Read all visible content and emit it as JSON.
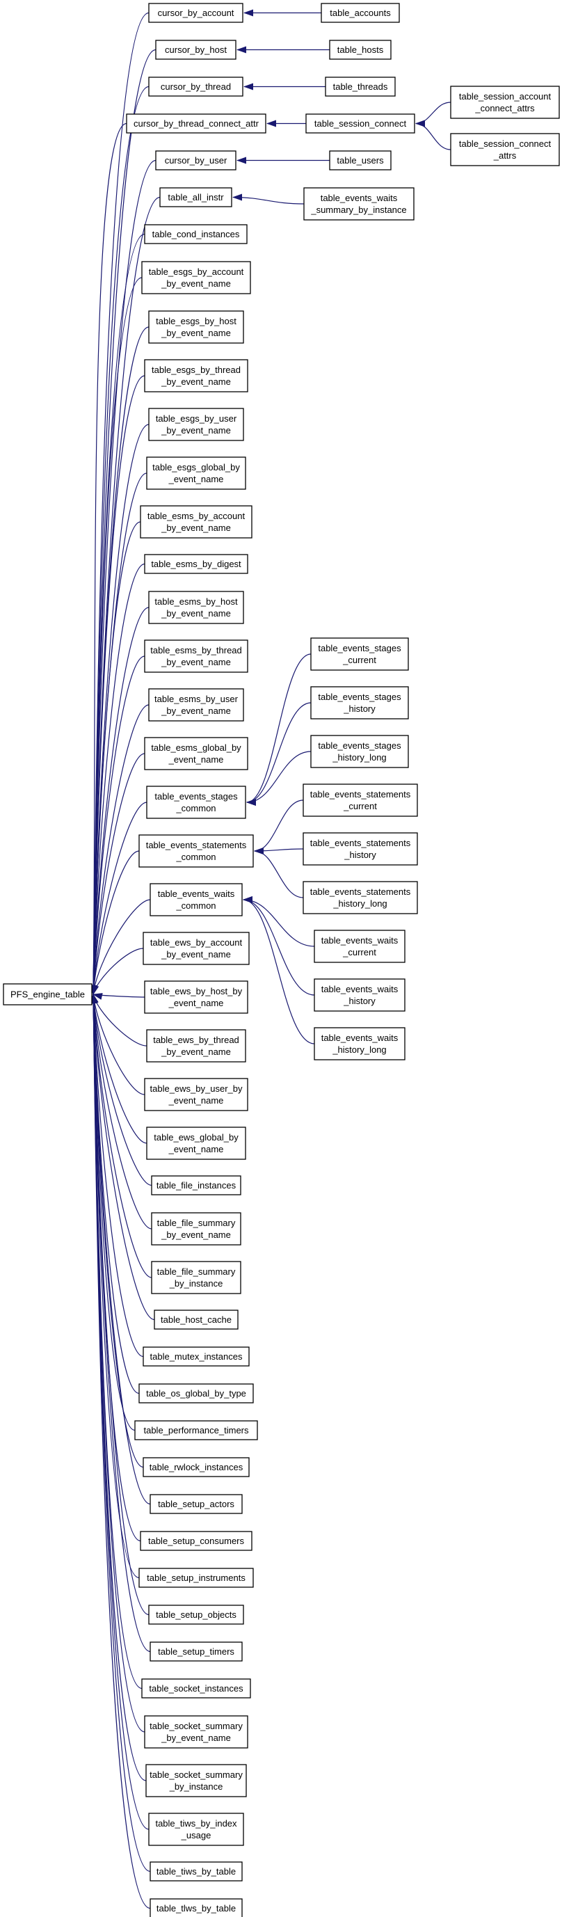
{
  "diagram": {
    "nodes": [
      {
        "id": "PFS_engine_table",
        "lines": [
          "PFS_engine_table"
        ]
      },
      {
        "id": "cursor_by_account",
        "lines": [
          "cursor_by_account"
        ]
      },
      {
        "id": "cursor_by_host",
        "lines": [
          "cursor_by_host"
        ]
      },
      {
        "id": "cursor_by_thread",
        "lines": [
          "cursor_by_thread"
        ]
      },
      {
        "id": "cursor_by_thread_connect_attr",
        "lines": [
          "cursor_by_thread_connect_attr"
        ]
      },
      {
        "id": "cursor_by_user",
        "lines": [
          "cursor_by_user"
        ]
      },
      {
        "id": "table_all_instr",
        "lines": [
          "table_all_instr"
        ]
      },
      {
        "id": "table_cond_instances",
        "lines": [
          "table_cond_instances"
        ]
      },
      {
        "id": "table_esgs_by_account_by_event_name",
        "lines": [
          "table_esgs_by_account",
          "_by_event_name"
        ]
      },
      {
        "id": "table_esgs_by_host_by_event_name",
        "lines": [
          "table_esgs_by_host",
          "_by_event_name"
        ]
      },
      {
        "id": "table_esgs_by_thread_by_event_name",
        "lines": [
          "table_esgs_by_thread",
          "_by_event_name"
        ]
      },
      {
        "id": "table_esgs_by_user_by_event_name",
        "lines": [
          "table_esgs_by_user",
          "_by_event_name"
        ]
      },
      {
        "id": "table_esgs_global_by_event_name",
        "lines": [
          "table_esgs_global_by",
          "_event_name"
        ]
      },
      {
        "id": "table_esms_by_account_by_event_name",
        "lines": [
          "table_esms_by_account",
          "_by_event_name"
        ]
      },
      {
        "id": "table_esms_by_digest",
        "lines": [
          "table_esms_by_digest"
        ]
      },
      {
        "id": "table_esms_by_host_by_event_name",
        "lines": [
          "table_esms_by_host",
          "_by_event_name"
        ]
      },
      {
        "id": "table_esms_by_thread_by_event_name",
        "lines": [
          "table_esms_by_thread",
          "_by_event_name"
        ]
      },
      {
        "id": "table_esms_by_user_by_event_name",
        "lines": [
          "table_esms_by_user",
          "_by_event_name"
        ]
      },
      {
        "id": "table_esms_global_by_event_name",
        "lines": [
          "table_esms_global_by",
          "_event_name"
        ]
      },
      {
        "id": "table_events_stages_common",
        "lines": [
          "table_events_stages",
          "_common"
        ]
      },
      {
        "id": "table_events_statements_common",
        "lines": [
          "table_events_statements",
          "_common"
        ]
      },
      {
        "id": "table_events_waits_common",
        "lines": [
          "table_events_waits",
          "_common"
        ]
      },
      {
        "id": "table_ews_by_account_by_event_name",
        "lines": [
          "table_ews_by_account",
          "_by_event_name"
        ]
      },
      {
        "id": "table_ews_by_host_by_event_name",
        "lines": [
          "table_ews_by_host_by",
          "_event_name"
        ]
      },
      {
        "id": "table_ews_by_thread_by_event_name",
        "lines": [
          "table_ews_by_thread",
          "_by_event_name"
        ]
      },
      {
        "id": "table_ews_by_user_by_event_name",
        "lines": [
          "table_ews_by_user_by",
          "_event_name"
        ]
      },
      {
        "id": "table_ews_global_by_event_name",
        "lines": [
          "table_ews_global_by",
          "_event_name"
        ]
      },
      {
        "id": "table_file_instances",
        "lines": [
          "table_file_instances"
        ]
      },
      {
        "id": "table_file_summary_by_event_name",
        "lines": [
          "table_file_summary",
          "_by_event_name"
        ]
      },
      {
        "id": "table_file_summary_by_instance",
        "lines": [
          "table_file_summary",
          "_by_instance"
        ]
      },
      {
        "id": "table_host_cache",
        "lines": [
          "table_host_cache"
        ]
      },
      {
        "id": "table_mutex_instances",
        "lines": [
          "table_mutex_instances"
        ]
      },
      {
        "id": "table_os_global_by_type",
        "lines": [
          "table_os_global_by_type"
        ]
      },
      {
        "id": "table_performance_timers",
        "lines": [
          "table_performance_timers"
        ]
      },
      {
        "id": "table_rwlock_instances",
        "lines": [
          "table_rwlock_instances"
        ]
      },
      {
        "id": "table_setup_actors",
        "lines": [
          "table_setup_actors"
        ]
      },
      {
        "id": "table_setup_consumers",
        "lines": [
          "table_setup_consumers"
        ]
      },
      {
        "id": "table_setup_instruments",
        "lines": [
          "table_setup_instruments"
        ]
      },
      {
        "id": "table_setup_objects",
        "lines": [
          "table_setup_objects"
        ]
      },
      {
        "id": "table_setup_timers",
        "lines": [
          "table_setup_timers"
        ]
      },
      {
        "id": "table_socket_instances",
        "lines": [
          "table_socket_instances"
        ]
      },
      {
        "id": "table_socket_summary_by_event_name",
        "lines": [
          "table_socket_summary",
          "_by_event_name"
        ]
      },
      {
        "id": "table_socket_summary_by_instance",
        "lines": [
          "table_socket_summary",
          "_by_instance"
        ]
      },
      {
        "id": "table_tiws_by_index_usage",
        "lines": [
          "table_tiws_by_index",
          "_usage"
        ]
      },
      {
        "id": "table_tiws_by_table",
        "lines": [
          "table_tiws_by_table"
        ]
      },
      {
        "id": "table_tlws_by_table",
        "lines": [
          "table_tlws_by_table"
        ]
      },
      {
        "id": "table_accounts",
        "lines": [
          "table_accounts"
        ]
      },
      {
        "id": "table_hosts",
        "lines": [
          "table_hosts"
        ]
      },
      {
        "id": "table_threads",
        "lines": [
          "table_threads"
        ]
      },
      {
        "id": "table_session_connect",
        "lines": [
          "table_session_connect"
        ]
      },
      {
        "id": "table_users",
        "lines": [
          "table_users"
        ]
      },
      {
        "id": "table_events_waits_summary_by_instance",
        "lines": [
          "table_events_waits",
          "_summary_by_instance"
        ]
      },
      {
        "id": "table_session_account_connect_attrs",
        "lines": [
          "table_session_account",
          "_connect_attrs"
        ]
      },
      {
        "id": "table_session_connect_attrs",
        "lines": [
          "table_session_connect",
          "_attrs"
        ]
      },
      {
        "id": "table_events_stages_current",
        "lines": [
          "table_events_stages",
          "_current"
        ]
      },
      {
        "id": "table_events_stages_history",
        "lines": [
          "table_events_stages",
          "_history"
        ]
      },
      {
        "id": "table_events_stages_history_long",
        "lines": [
          "table_events_stages",
          "_history_long"
        ]
      },
      {
        "id": "table_events_statements_current",
        "lines": [
          "table_events_statements",
          "_current"
        ]
      },
      {
        "id": "table_events_statements_history",
        "lines": [
          "table_events_statements",
          "_history"
        ]
      },
      {
        "id": "table_events_statements_history_long",
        "lines": [
          "table_events_statements",
          "_history_long"
        ]
      },
      {
        "id": "table_events_waits_current",
        "lines": [
          "table_events_waits",
          "_current"
        ]
      },
      {
        "id": "table_events_waits_history",
        "lines": [
          "table_events_waits",
          "_history"
        ]
      },
      {
        "id": "table_events_waits_history_long",
        "lines": [
          "table_events_waits",
          "_history_long"
        ]
      }
    ],
    "edges": [
      {
        "from": "cursor_by_account",
        "to": "PFS_engine_table"
      },
      {
        "from": "cursor_by_host",
        "to": "PFS_engine_table"
      },
      {
        "from": "cursor_by_thread",
        "to": "PFS_engine_table"
      },
      {
        "from": "cursor_by_thread_connect_attr",
        "to": "PFS_engine_table"
      },
      {
        "from": "cursor_by_user",
        "to": "PFS_engine_table"
      },
      {
        "from": "table_all_instr",
        "to": "PFS_engine_table"
      },
      {
        "from": "table_cond_instances",
        "to": "PFS_engine_table"
      },
      {
        "from": "table_esgs_by_account_by_event_name",
        "to": "PFS_engine_table"
      },
      {
        "from": "table_esgs_by_host_by_event_name",
        "to": "PFS_engine_table"
      },
      {
        "from": "table_esgs_by_thread_by_event_name",
        "to": "PFS_engine_table"
      },
      {
        "from": "table_esgs_by_user_by_event_name",
        "to": "PFS_engine_table"
      },
      {
        "from": "table_esgs_global_by_event_name",
        "to": "PFS_engine_table"
      },
      {
        "from": "table_esms_by_account_by_event_name",
        "to": "PFS_engine_table"
      },
      {
        "from": "table_esms_by_digest",
        "to": "PFS_engine_table"
      },
      {
        "from": "table_esms_by_host_by_event_name",
        "to": "PFS_engine_table"
      },
      {
        "from": "table_esms_by_thread_by_event_name",
        "to": "PFS_engine_table"
      },
      {
        "from": "table_esms_by_user_by_event_name",
        "to": "PFS_engine_table"
      },
      {
        "from": "table_esms_global_by_event_name",
        "to": "PFS_engine_table"
      },
      {
        "from": "table_events_stages_common",
        "to": "PFS_engine_table"
      },
      {
        "from": "table_events_statements_common",
        "to": "PFS_engine_table"
      },
      {
        "from": "table_events_waits_common",
        "to": "PFS_engine_table"
      },
      {
        "from": "table_ews_by_account_by_event_name",
        "to": "PFS_engine_table"
      },
      {
        "from": "table_ews_by_host_by_event_name",
        "to": "PFS_engine_table"
      },
      {
        "from": "table_ews_by_thread_by_event_name",
        "to": "PFS_engine_table"
      },
      {
        "from": "table_ews_by_user_by_event_name",
        "to": "PFS_engine_table"
      },
      {
        "from": "table_ews_global_by_event_name",
        "to": "PFS_engine_table"
      },
      {
        "from": "table_file_instances",
        "to": "PFS_engine_table"
      },
      {
        "from": "table_file_summary_by_event_name",
        "to": "PFS_engine_table"
      },
      {
        "from": "table_file_summary_by_instance",
        "to": "PFS_engine_table"
      },
      {
        "from": "table_host_cache",
        "to": "PFS_engine_table"
      },
      {
        "from": "table_mutex_instances",
        "to": "PFS_engine_table"
      },
      {
        "from": "table_os_global_by_type",
        "to": "PFS_engine_table"
      },
      {
        "from": "table_performance_timers",
        "to": "PFS_engine_table"
      },
      {
        "from": "table_rwlock_instances",
        "to": "PFS_engine_table"
      },
      {
        "from": "table_setup_actors",
        "to": "PFS_engine_table"
      },
      {
        "from": "table_setup_consumers",
        "to": "PFS_engine_table"
      },
      {
        "from": "table_setup_instruments",
        "to": "PFS_engine_table"
      },
      {
        "from": "table_setup_objects",
        "to": "PFS_engine_table"
      },
      {
        "from": "table_setup_timers",
        "to": "PFS_engine_table"
      },
      {
        "from": "table_socket_instances",
        "to": "PFS_engine_table"
      },
      {
        "from": "table_socket_summary_by_event_name",
        "to": "PFS_engine_table"
      },
      {
        "from": "table_socket_summary_by_instance",
        "to": "PFS_engine_table"
      },
      {
        "from": "table_tiws_by_index_usage",
        "to": "PFS_engine_table"
      },
      {
        "from": "table_tiws_by_table",
        "to": "PFS_engine_table"
      },
      {
        "from": "table_tlws_by_table",
        "to": "PFS_engine_table"
      },
      {
        "from": "table_accounts",
        "to": "cursor_by_account"
      },
      {
        "from": "table_hosts",
        "to": "cursor_by_host"
      },
      {
        "from": "table_threads",
        "to": "cursor_by_thread"
      },
      {
        "from": "table_session_connect",
        "to": "cursor_by_thread_connect_attr"
      },
      {
        "from": "table_users",
        "to": "cursor_by_user"
      },
      {
        "from": "table_events_waits_summary_by_instance",
        "to": "table_all_instr"
      },
      {
        "from": "table_session_account_connect_attrs",
        "to": "table_session_connect"
      },
      {
        "from": "table_session_connect_attrs",
        "to": "table_session_connect"
      },
      {
        "from": "table_events_stages_current",
        "to": "table_events_stages_common"
      },
      {
        "from": "table_events_stages_history",
        "to": "table_events_stages_common"
      },
      {
        "from": "table_events_stages_history_long",
        "to": "table_events_stages_common"
      },
      {
        "from": "table_events_statements_current",
        "to": "table_events_statements_common"
      },
      {
        "from": "table_events_statements_history",
        "to": "table_events_statements_common"
      },
      {
        "from": "table_events_statements_history_long",
        "to": "table_events_statements_common"
      },
      {
        "from": "table_events_waits_current",
        "to": "table_events_waits_common"
      },
      {
        "from": "table_events_waits_history",
        "to": "table_events_waits_common"
      },
      {
        "from": "table_events_waits_history_long",
        "to": "table_events_waits_common"
      }
    ],
    "colors": {
      "edge": "#191970",
      "node_border": "#000000",
      "node_fill": "#ffffff"
    }
  }
}
